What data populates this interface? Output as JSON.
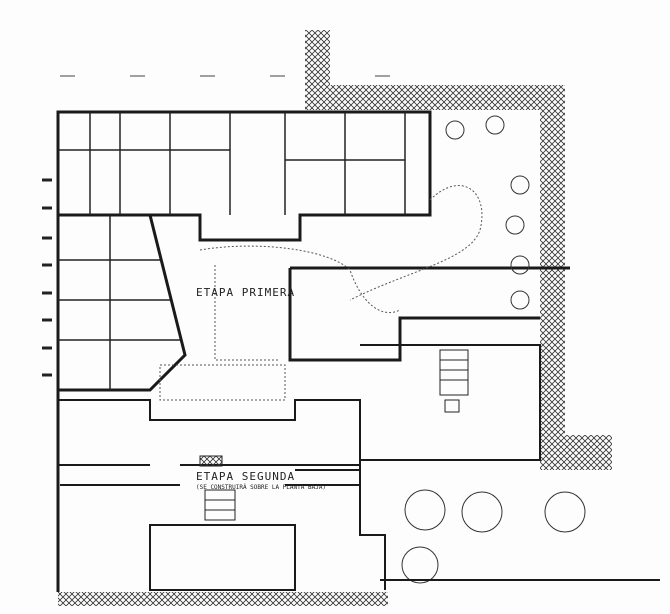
{
  "plan": {
    "labels": {
      "stage_one": "ETAPA PRIMERA",
      "stage_two": "ETAPA SEGUNDA",
      "stage_two_note": "(SE CONSTRUIRÁ SOBRE LA PLANTA BAJA)"
    },
    "colors": {
      "wall": "#1a1a1a",
      "hatch": "#333333",
      "paper": "#fdfdfd"
    }
  }
}
